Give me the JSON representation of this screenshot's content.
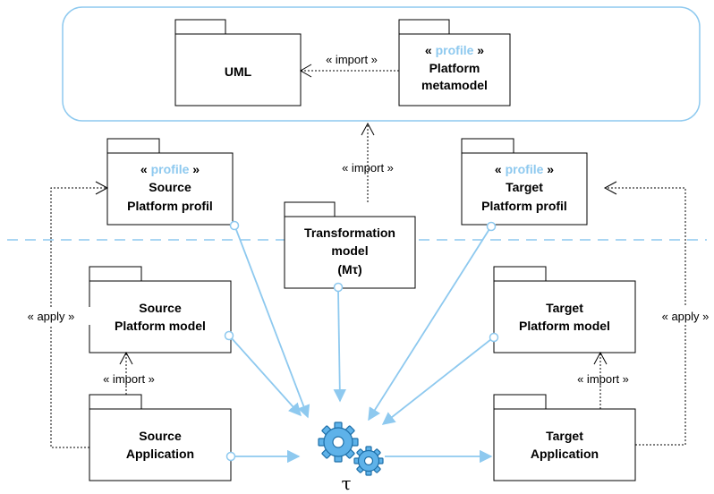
{
  "colors": {
    "blue": "#8ec9ef",
    "ink": "#000000",
    "gear_fill": "#5eb2e9",
    "gear_stroke": "#1e6fa8"
  },
  "top_group": {
    "uml": {
      "name": "UML"
    },
    "platform_metamodel": {
      "stereotype_open": "«",
      "stereotype_word": "profile",
      "stereotype_close": "»",
      "line1": "Platform",
      "line2": "metamodel"
    },
    "import_label": "« import »"
  },
  "source_profile": {
    "stereotype_open": "«",
    "stereotype_word": "profile",
    "stereotype_close": "»",
    "line1": "Source",
    "line2": "Platform profil"
  },
  "target_profile": {
    "stereotype_open": "«",
    "stereotype_word": "profile",
    "stereotype_close": "»",
    "line1": "Target",
    "line2": "Platform profil"
  },
  "transformation_model": {
    "line1": "Transformation",
    "line2": "model",
    "line3": "(Mτ)"
  },
  "source_platform_model": {
    "line1": "Source",
    "line2": "Platform model"
  },
  "target_platform_model": {
    "line1": "Target",
    "line2": "Platform model"
  },
  "source_application": {
    "line1": "Source",
    "line2": "Application"
  },
  "target_application": {
    "line1": "Target",
    "line2": "Application"
  },
  "relations": {
    "import_center": "« import »",
    "import_left": "« import »",
    "import_right": "« import »",
    "apply_left": "« apply »",
    "apply_right": "« apply »"
  },
  "transformation_symbol": "τ",
  "icons": {
    "gears": "gears-icon"
  }
}
